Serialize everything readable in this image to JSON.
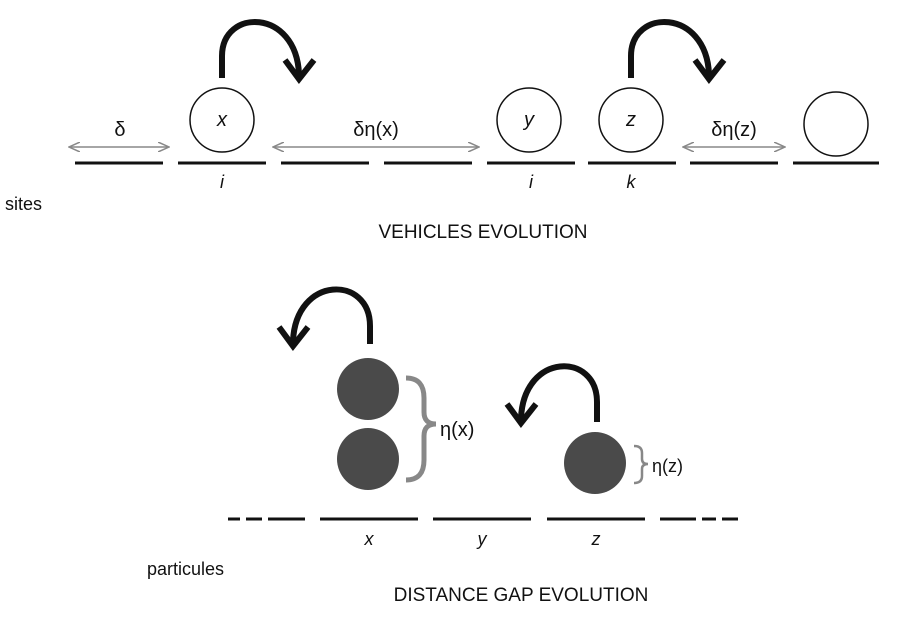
{
  "top": {
    "title": "VEHICLES EVOLUTION",
    "side_label": "sites",
    "delta_label": "δ",
    "gap_x_label": "δη(x)",
    "gap_z_label": "δη(z)",
    "vehicles": [
      {
        "name": "x",
        "site": "i"
      },
      {
        "name": "y",
        "site": "i"
      },
      {
        "name": "z",
        "site": "k"
      },
      {
        "name": "",
        "site": ""
      }
    ]
  },
  "bottom": {
    "title": "DISTANCE GAP EVOLUTION",
    "side_label": "particules",
    "eta_x_label": "η(x)",
    "eta_z_label": "η(z)",
    "sites": [
      "x",
      "y",
      "z"
    ]
  },
  "colors": {
    "line": "#111111",
    "arrow_gray": "#888888",
    "particle": "#4a4a4a",
    "brace": "#888888"
  }
}
